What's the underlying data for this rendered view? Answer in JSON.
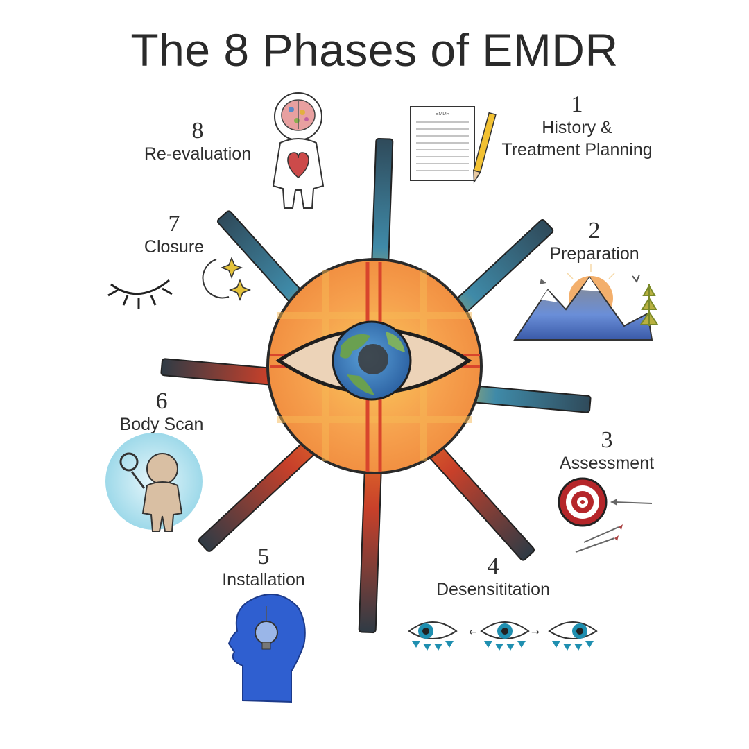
{
  "title": "The 8 Phases of EMDR",
  "document_label": "EMDR",
  "phases": [
    {
      "number": "1",
      "name": "History &",
      "name2": "Treatment Planning",
      "icon": "notepad-pencil-icon"
    },
    {
      "number": "2",
      "name": "Preparation",
      "icon": "mountains-sunrise-icon"
    },
    {
      "number": "3",
      "name": "Assessment",
      "icon": "target-arrows-icon"
    },
    {
      "number": "4",
      "name": "Desensititation",
      "icon": "eyes-moving-icon"
    },
    {
      "number": "5",
      "name": "Installation",
      "icon": "lightbulb-head-icon"
    },
    {
      "number": "6",
      "name": "Body Scan",
      "icon": "magnifier-figure-icon"
    },
    {
      "number": "7",
      "name": "Closure",
      "icon": "closed-eye-moon-icon"
    },
    {
      "number": "8",
      "name": "Re-evaluation",
      "icon": "brain-heart-figure-icon"
    }
  ],
  "center_icon": "sun-eye-earth-icon",
  "colors": {
    "sun_orange": "#f6a04d",
    "sun_yellow": "#f8c14a",
    "ray_dark": "#2f4a5a",
    "target_red": "#b5262a",
    "installation_blue": "#2f5fd0",
    "eye_teal": "#1f8fb0"
  }
}
